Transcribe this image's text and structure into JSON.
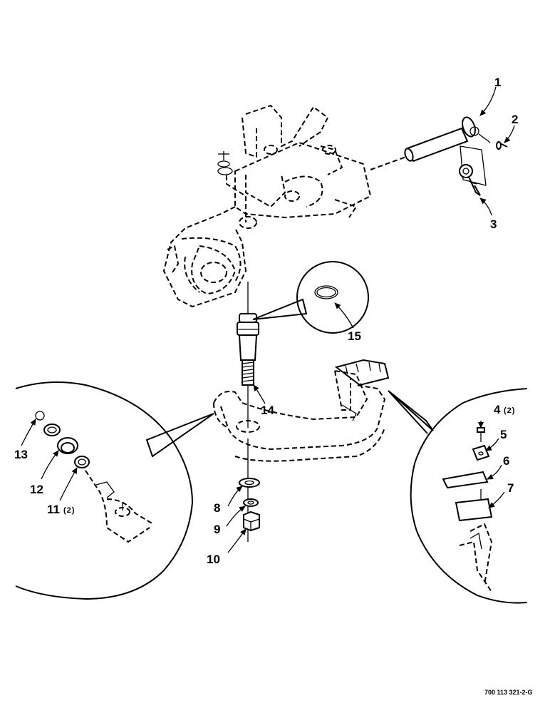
{
  "callouts": {
    "c1": "1",
    "c2": "2",
    "c3": "3",
    "c4": "4",
    "c4_qty": "(2)",
    "c5": "5",
    "c6": "6",
    "c7": "7",
    "c8": "8",
    "c9": "9",
    "c10": "10",
    "c11": "11",
    "c11_qty": "(2)",
    "c12": "12",
    "c13": "13",
    "c14": "14",
    "c15": "15"
  },
  "document_id": "700 113 321-2-G"
}
